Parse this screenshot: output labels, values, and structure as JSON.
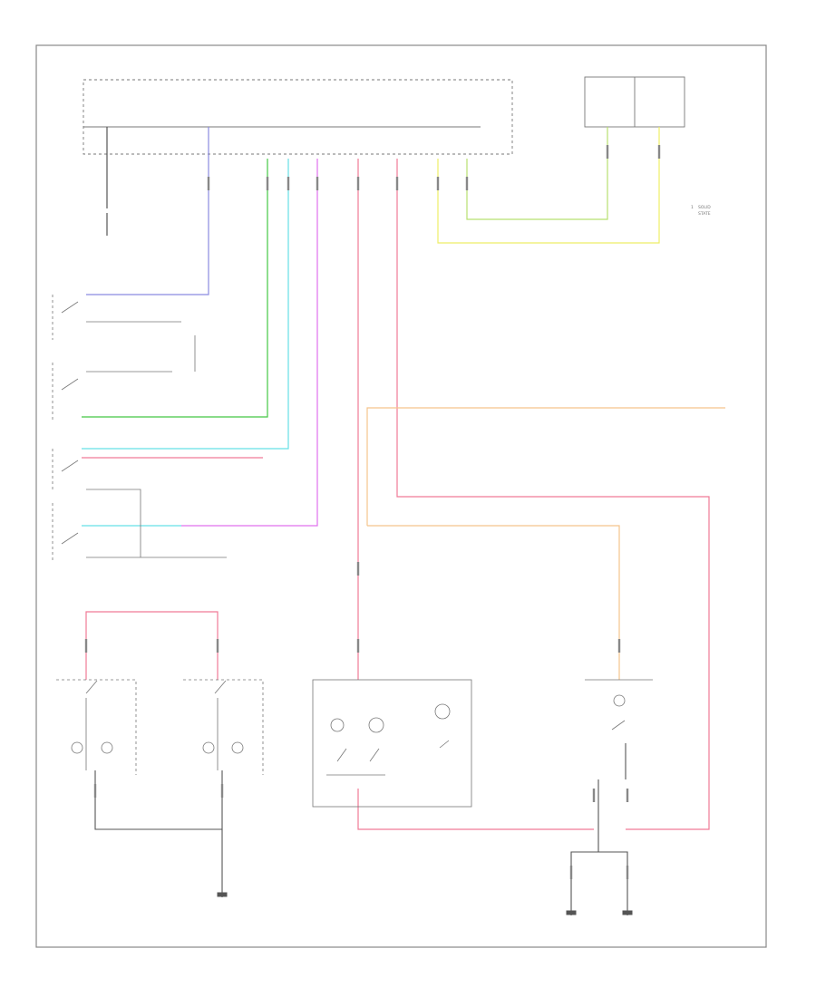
{
  "figure_id": "",
  "legend": {
    "bullet": "1",
    "line1": "SOLID",
    "line2": "STATE"
  },
  "colors": {
    "wire_black": "#555555",
    "wire_blue": "#8a8ae0",
    "wire_green": "#44c844",
    "wire_cyan": "#66e0e6",
    "wire_violet": "#e070ee",
    "wire_pink": "#f07a96",
    "wire_yellow": "#eeee66",
    "wire_orange": "#f5c48c",
    "frame": "#888888"
  }
}
